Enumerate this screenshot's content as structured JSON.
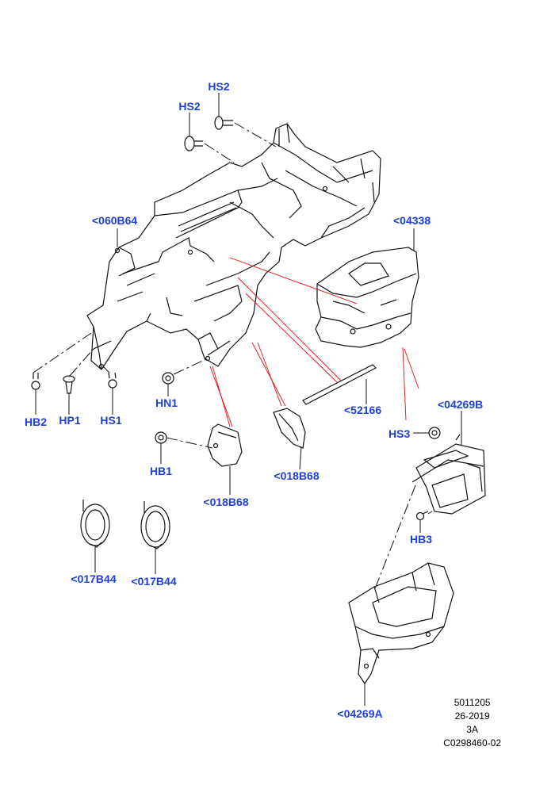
{
  "diagram": {
    "colors": {
      "label": "#1f3fd6",
      "leader": "#e01010",
      "line": "#111111"
    },
    "labels": [
      {
        "id": "hs2-a",
        "text": "HS2"
      },
      {
        "id": "hs2-b",
        "text": "HS2"
      },
      {
        "id": "060b64",
        "text": "<060B64"
      },
      {
        "id": "04338",
        "text": "<04338"
      },
      {
        "id": "hb2",
        "text": "HB2"
      },
      {
        "id": "hp1",
        "text": "HP1"
      },
      {
        "id": "hs1",
        "text": "HS1"
      },
      {
        "id": "hn1",
        "text": "HN1"
      },
      {
        "id": "52166",
        "text": "<52166"
      },
      {
        "id": "04269b",
        "text": "<04269B"
      },
      {
        "id": "hs3",
        "text": "HS3"
      },
      {
        "id": "hb1",
        "text": "HB1"
      },
      {
        "id": "018b68-a",
        "text": "<018B68"
      },
      {
        "id": "018b68-b",
        "text": "<018B68"
      },
      {
        "id": "hb3",
        "text": "HB3"
      },
      {
        "id": "017b44-a",
        "text": "<017B44"
      },
      {
        "id": "017b44-b",
        "text": "<017B44"
      },
      {
        "id": "04269a",
        "text": "<04269A"
      }
    ],
    "reference": [
      "5011205",
      "26-2019",
      "3A",
      "C0298460-02"
    ]
  }
}
